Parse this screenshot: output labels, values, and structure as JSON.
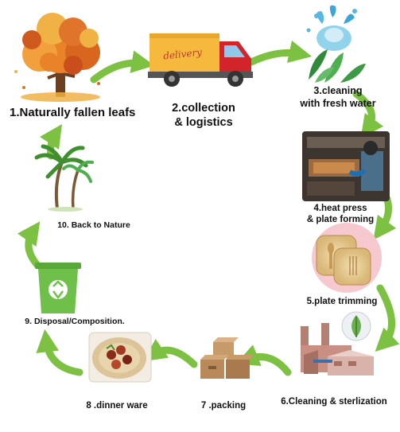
{
  "steps": [
    {
      "name": "step-1-fallen-leafs",
      "lines": [
        "1.Naturally fallen leafs"
      ]
    },
    {
      "name": "step-2-collection",
      "lines": [
        "2.collection",
        "& logistics"
      ]
    },
    {
      "name": "step-3-cleaning",
      "lines": [
        "3.cleaning",
        "with fresh water"
      ]
    },
    {
      "name": "step-4-heat-press",
      "lines": [
        "4.heat press",
        "& plate forming"
      ]
    },
    {
      "name": "step-5-trimming",
      "lines": [
        "5.plate trimming"
      ]
    },
    {
      "name": "step-6-sterilization",
      "lines": [
        "6.Cleaning & sterlization"
      ]
    },
    {
      "name": "step-7-packing",
      "lines": [
        "7 .packing"
      ]
    },
    {
      "name": "step-8-dinner-ware",
      "lines": [
        "8 .dinner ware"
      ]
    },
    {
      "name": "step-9-disposal",
      "lines": [
        "9. Disposal/Composition."
      ]
    },
    {
      "name": "step-10-back-to-nature",
      "lines": [
        "10. Back to Nature"
      ]
    }
  ],
  "truck_text": "delivery",
  "colors": {
    "arrow": "#7dc142",
    "truck_body": "#f5b93e",
    "truck_cab": "#d3242b",
    "tree_foliage": "#e8832a",
    "bin": "#6fc04a",
    "palm": "#3f8f2e",
    "box": "#b9895a"
  }
}
